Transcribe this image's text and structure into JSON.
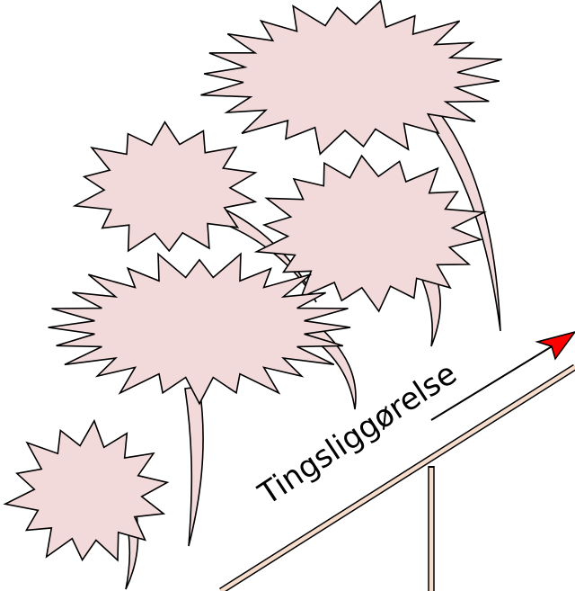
{
  "diagram": {
    "label": "Tingsliggørelse",
    "colors": {
      "bubble_fill": "#f2d9da",
      "outline": "#000000",
      "beam_fill": "#f6dccb",
      "arrowhead": "#ff0000"
    },
    "bubble_count": 5,
    "elements": [
      "speech-bubble",
      "speech-bubble",
      "speech-bubble",
      "speech-bubble",
      "speech-bubble",
      "ramp",
      "arrow"
    ]
  }
}
